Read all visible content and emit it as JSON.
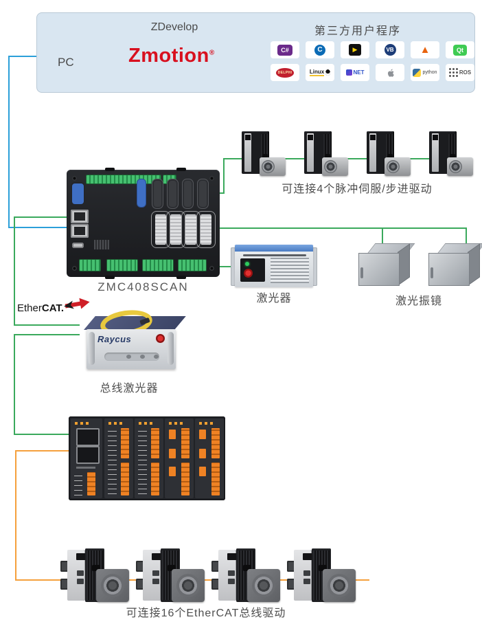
{
  "pc_panel": {
    "zdevelop": "ZDevelop",
    "third_party": "第三方用户程序",
    "pc": "PC",
    "brand": "Zmotion",
    "brand_reg": "®",
    "icons": [
      {
        "name": "csharp-icon",
        "text": "C#"
      },
      {
        "name": "cpp-icon",
        "text": "C"
      },
      {
        "name": "labview-icon",
        "text": "▶"
      },
      {
        "name": "vb-icon",
        "text": "VB"
      },
      {
        "name": "matlab-icon",
        "text": "▲"
      },
      {
        "name": "qt-icon",
        "text": "Qt"
      },
      {
        "name": "delphi-icon",
        "text": "DELPHI"
      },
      {
        "name": "linux-icon",
        "text": "Linux"
      },
      {
        "name": "dotnet-icon",
        "text": "NET"
      },
      {
        "name": "apple-icon",
        "text": ""
      },
      {
        "name": "python-icon",
        "text": "python"
      },
      {
        "name": "ros-icon",
        "text": "ROS"
      }
    ]
  },
  "controller": {
    "model": "ZMC408SCAN"
  },
  "pulse_axis_group": {
    "caption": "可连接4个脉冲伺服/步进驱动",
    "drive_count": 4
  },
  "laser": {
    "label": "激光器"
  },
  "galvo": {
    "label": "激光振镜"
  },
  "ethercat_badge": {
    "prefix": "Ether",
    "bold": "CAT",
    "dot": "."
  },
  "bus_laser": {
    "label": "总线激光器",
    "brand": "Raycus"
  },
  "ecat_axis_group": {
    "caption": "可连接16个EtherCAT总线驱动",
    "drive_count": 4
  },
  "colors": {
    "line_blue": "#2b9fd9",
    "line_green": "#3aa95c",
    "line_orange": "#f5a03c",
    "brand_red": "#d8101f",
    "panel_bg": "#d9e6f1"
  }
}
